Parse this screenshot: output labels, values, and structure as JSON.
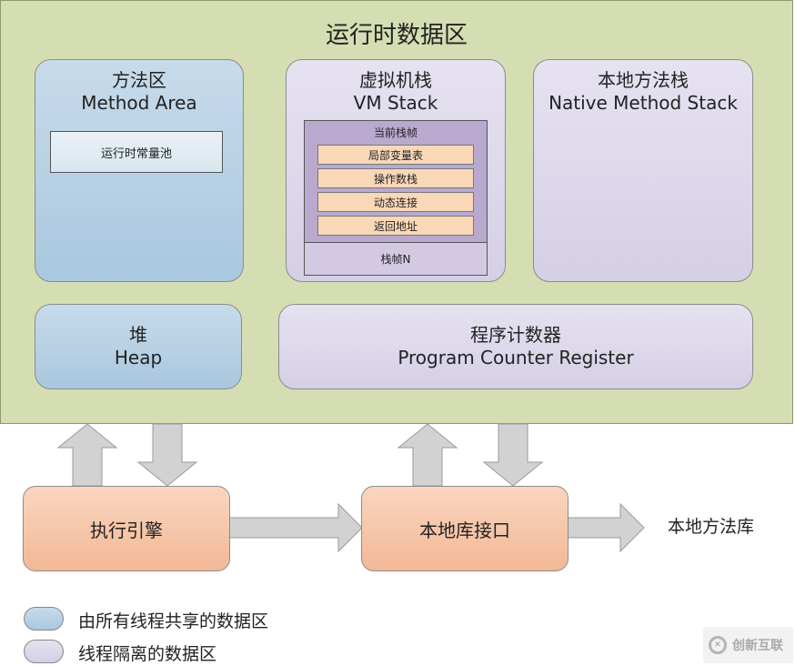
{
  "runtime_area": {
    "title": "运行时数据区"
  },
  "method_area": {
    "zh": "方法区",
    "en": "Method Area",
    "const_pool": "运行时常量池"
  },
  "vm_stack": {
    "zh": "虚拟机栈",
    "en": "VM Stack",
    "current_frame": "当前栈帧",
    "frame_items": [
      "局部变量表",
      "操作数栈",
      "动态连接",
      "返回地址"
    ],
    "frame_n": "栈帧N"
  },
  "native_method_stack": {
    "zh": "本地方法栈",
    "en": "Native Method Stack"
  },
  "heap": {
    "zh": "堆",
    "en": "Heap"
  },
  "pc_register": {
    "zh": "程序计数器",
    "en": "Program Counter Register"
  },
  "execution_engine": "执行引擎",
  "native_interface": "本地库接口",
  "native_library": "本地方法库",
  "legend": {
    "shared": "由所有线程共享的数据区",
    "isolated": "线程隔离的数据区"
  },
  "watermark": {
    "text": "创新互联",
    "icon": "logo-x-icon"
  },
  "colors": {
    "runtime_bg": "#d4deb2",
    "shared": "#b3cde3",
    "isolated": "#ddd8ea",
    "engine": "#f5c4a6",
    "arrow": "#d2d2d2"
  }
}
